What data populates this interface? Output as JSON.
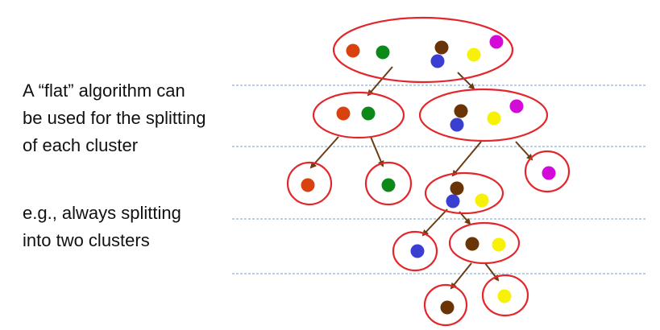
{
  "text": {
    "block1": [
      "A “flat” algorithm can",
      "be used for the splitting",
      "of each cluster"
    ],
    "block2": [
      "e.g., always splitting",
      "into two clusters"
    ]
  },
  "colors": {
    "ellipse": "#e3262b",
    "arrow": "#6b3d12",
    "divider": "#8fb4d8",
    "orange": "#d9410f",
    "green": "#0b8a1a",
    "brown": "#6b3407",
    "blue": "#3b3fd1",
    "yellow": "#f7f007",
    "magenta": "#d40ad9"
  }
}
